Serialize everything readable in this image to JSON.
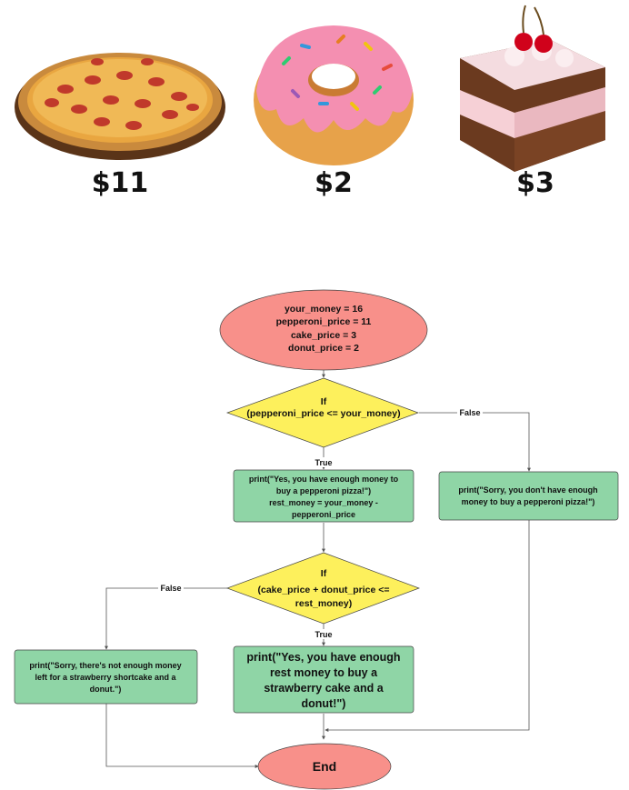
{
  "prices": {
    "pizza": "$11",
    "donut": "$2",
    "cake": "$3"
  },
  "flowchart": {
    "start": [
      "your_money = 16",
      "pepperoni_price = 11",
      "cake_price = 3",
      "donut_price = 2"
    ],
    "decision1": [
      "If",
      "(pepperoni_price <= your_money)"
    ],
    "yes_box1": [
      "print(\"Yes, you have enough money to",
      "buy a pepperoni pizza!\")",
      "rest_money = your_money -",
      "pepperoni_price"
    ],
    "no_box1": [
      "print(\"Sorry, you don't have enough",
      "money to buy a pepperoni pizza!\")"
    ],
    "decision2": [
      "If",
      "(cake_price + donut_price <=",
      "rest_money)"
    ],
    "yes_box2": [
      "print(\"Yes, you have enough",
      "rest money to buy a",
      "strawberry cake and a",
      "donut!\")"
    ],
    "no_box2": [
      "print(\"Sorry, there's not enough money",
      "left for a strawberry shortcake and a",
      "donut.\")"
    ],
    "end": "End",
    "labels": {
      "true1": "True",
      "false1": "False",
      "true2": "True",
      "false2": "False"
    }
  },
  "colors": {
    "start_end": "#f8908a",
    "decision": "#fdf05c",
    "process": "#8fd5a6",
    "line": "#555555"
  }
}
